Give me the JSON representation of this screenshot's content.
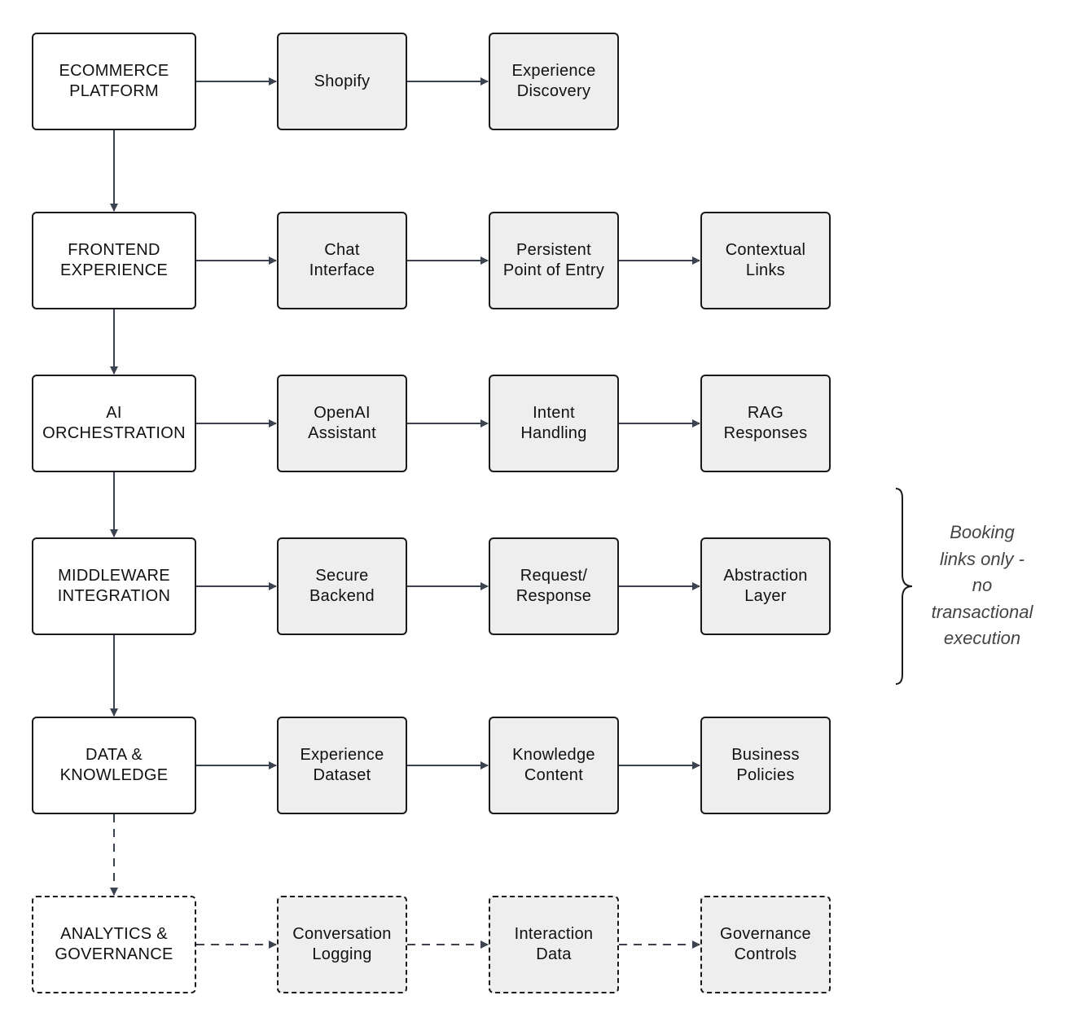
{
  "colors": {
    "stroke": "#3c4350",
    "box_border": "#1a1a1a",
    "component_fill": "#eeeeee",
    "layer_fill": "#ffffff"
  },
  "rows": [
    {
      "layer": "ECOMMERCE\nPLATFORM",
      "components": [
        "Shopify",
        "Experience\nDiscovery"
      ],
      "dashed": false
    },
    {
      "layer": "FRONTEND\nEXPERIENCE",
      "components": [
        "Chat\nInterface",
        "Persistent\nPoint of Entry",
        "Contextual\nLinks"
      ],
      "dashed": false
    },
    {
      "layer": "AI\nORCHESTRATION",
      "components": [
        "OpenAI\nAssistant",
        "Intent\nHandling",
        "RAG\nResponses"
      ],
      "dashed": false
    },
    {
      "layer": "MIDDLEWARE\nINTEGRATION",
      "components": [
        "Secure\nBackend",
        "Request/\nResponse",
        "Abstraction\nLayer"
      ],
      "dashed": false
    },
    {
      "layer": "DATA &\nKNOWLEDGE",
      "components": [
        "Experience\nDataset",
        "Knowledge\nContent",
        "Business\nPolicies"
      ],
      "dashed": false
    },
    {
      "layer": "ANALYTICS &\nGOVERNANCE",
      "components": [
        "Conversation\nLogging",
        "Interaction\nData",
        "Governance\nControls"
      ],
      "dashed": true
    }
  ],
  "note": "Booking\nlinks only -\nno\ntransactional\nexecution"
}
